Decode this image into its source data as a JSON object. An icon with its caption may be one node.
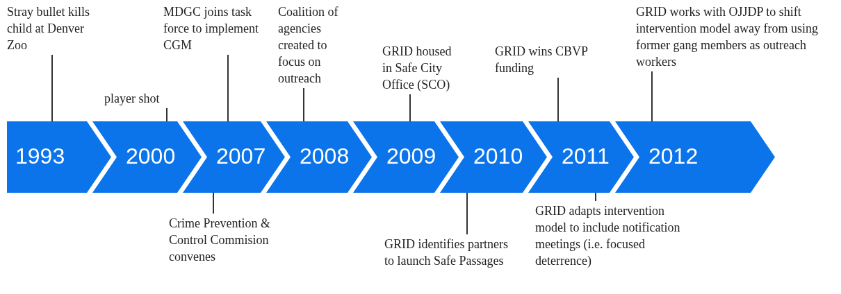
{
  "diagram": {
    "nodes": [
      {
        "text": [
          "1993"
        ]
      },
      {
        "text": [
          "2000"
        ]
      },
      {
        "text": [
          "2007"
        ]
      },
      {
        "text": [
          "2008"
        ]
      },
      {
        "text": [
          "2009"
        ]
      },
      {
        "text": [
          "2010"
        ]
      },
      {
        "text": [
          "2011"
        ]
      },
      {
        "text": [
          "2012"
        ]
      },
      {
        "text": [
          "Stray bullet kills child at Denver Zoo"
        ]
      },
      {
        "text": [
          "player shot"
        ]
      },
      {
        "text": [
          "MDGC joins task force to implement CGM"
        ]
      },
      {
        "text": [
          "Crime Prevention & Control Commision convenes"
        ]
      },
      {
        "text": [
          "Coalition of agencies created to focus on outreach"
        ]
      },
      {
        "text": [
          "GRID housed in Safe City Office (SCO)"
        ]
      },
      {
        "text": [
          "GRID identifies partners to launch Safe Passages"
        ]
      },
      {
        "text": [
          "GRID wins CBVP funding"
        ]
      },
      {
        "text": [
          "GRID adapts intervention model to include notification meetings (i.e. focused deterrence)"
        ]
      },
      {
        "text": [
          "GRID works with OJJDP to shift intervention model away from using former gang members as outreach workers"
        ]
      }
    ],
    "edges": [
      {
        "from": 8,
        "to": 0,
        "arrow": "none"
      },
      {
        "from": 9,
        "to": 1,
        "arrow": "none"
      },
      {
        "from": 10,
        "to": 2,
        "arrow": "none"
      },
      {
        "from": 11,
        "to": 2,
        "arrow": "none"
      },
      {
        "from": 12,
        "to": 3,
        "arrow": "none"
      },
      {
        "from": 13,
        "to": 4,
        "arrow": "none"
      },
      {
        "from": 14,
        "to": 5,
        "arrow": "none"
      },
      {
        "from": 15,
        "to": 6,
        "arrow": "none"
      },
      {
        "from": 16,
        "to": 6,
        "arrow": "none"
      },
      {
        "from": 17,
        "to": 7,
        "arrow": "none"
      }
    ]
  }
}
